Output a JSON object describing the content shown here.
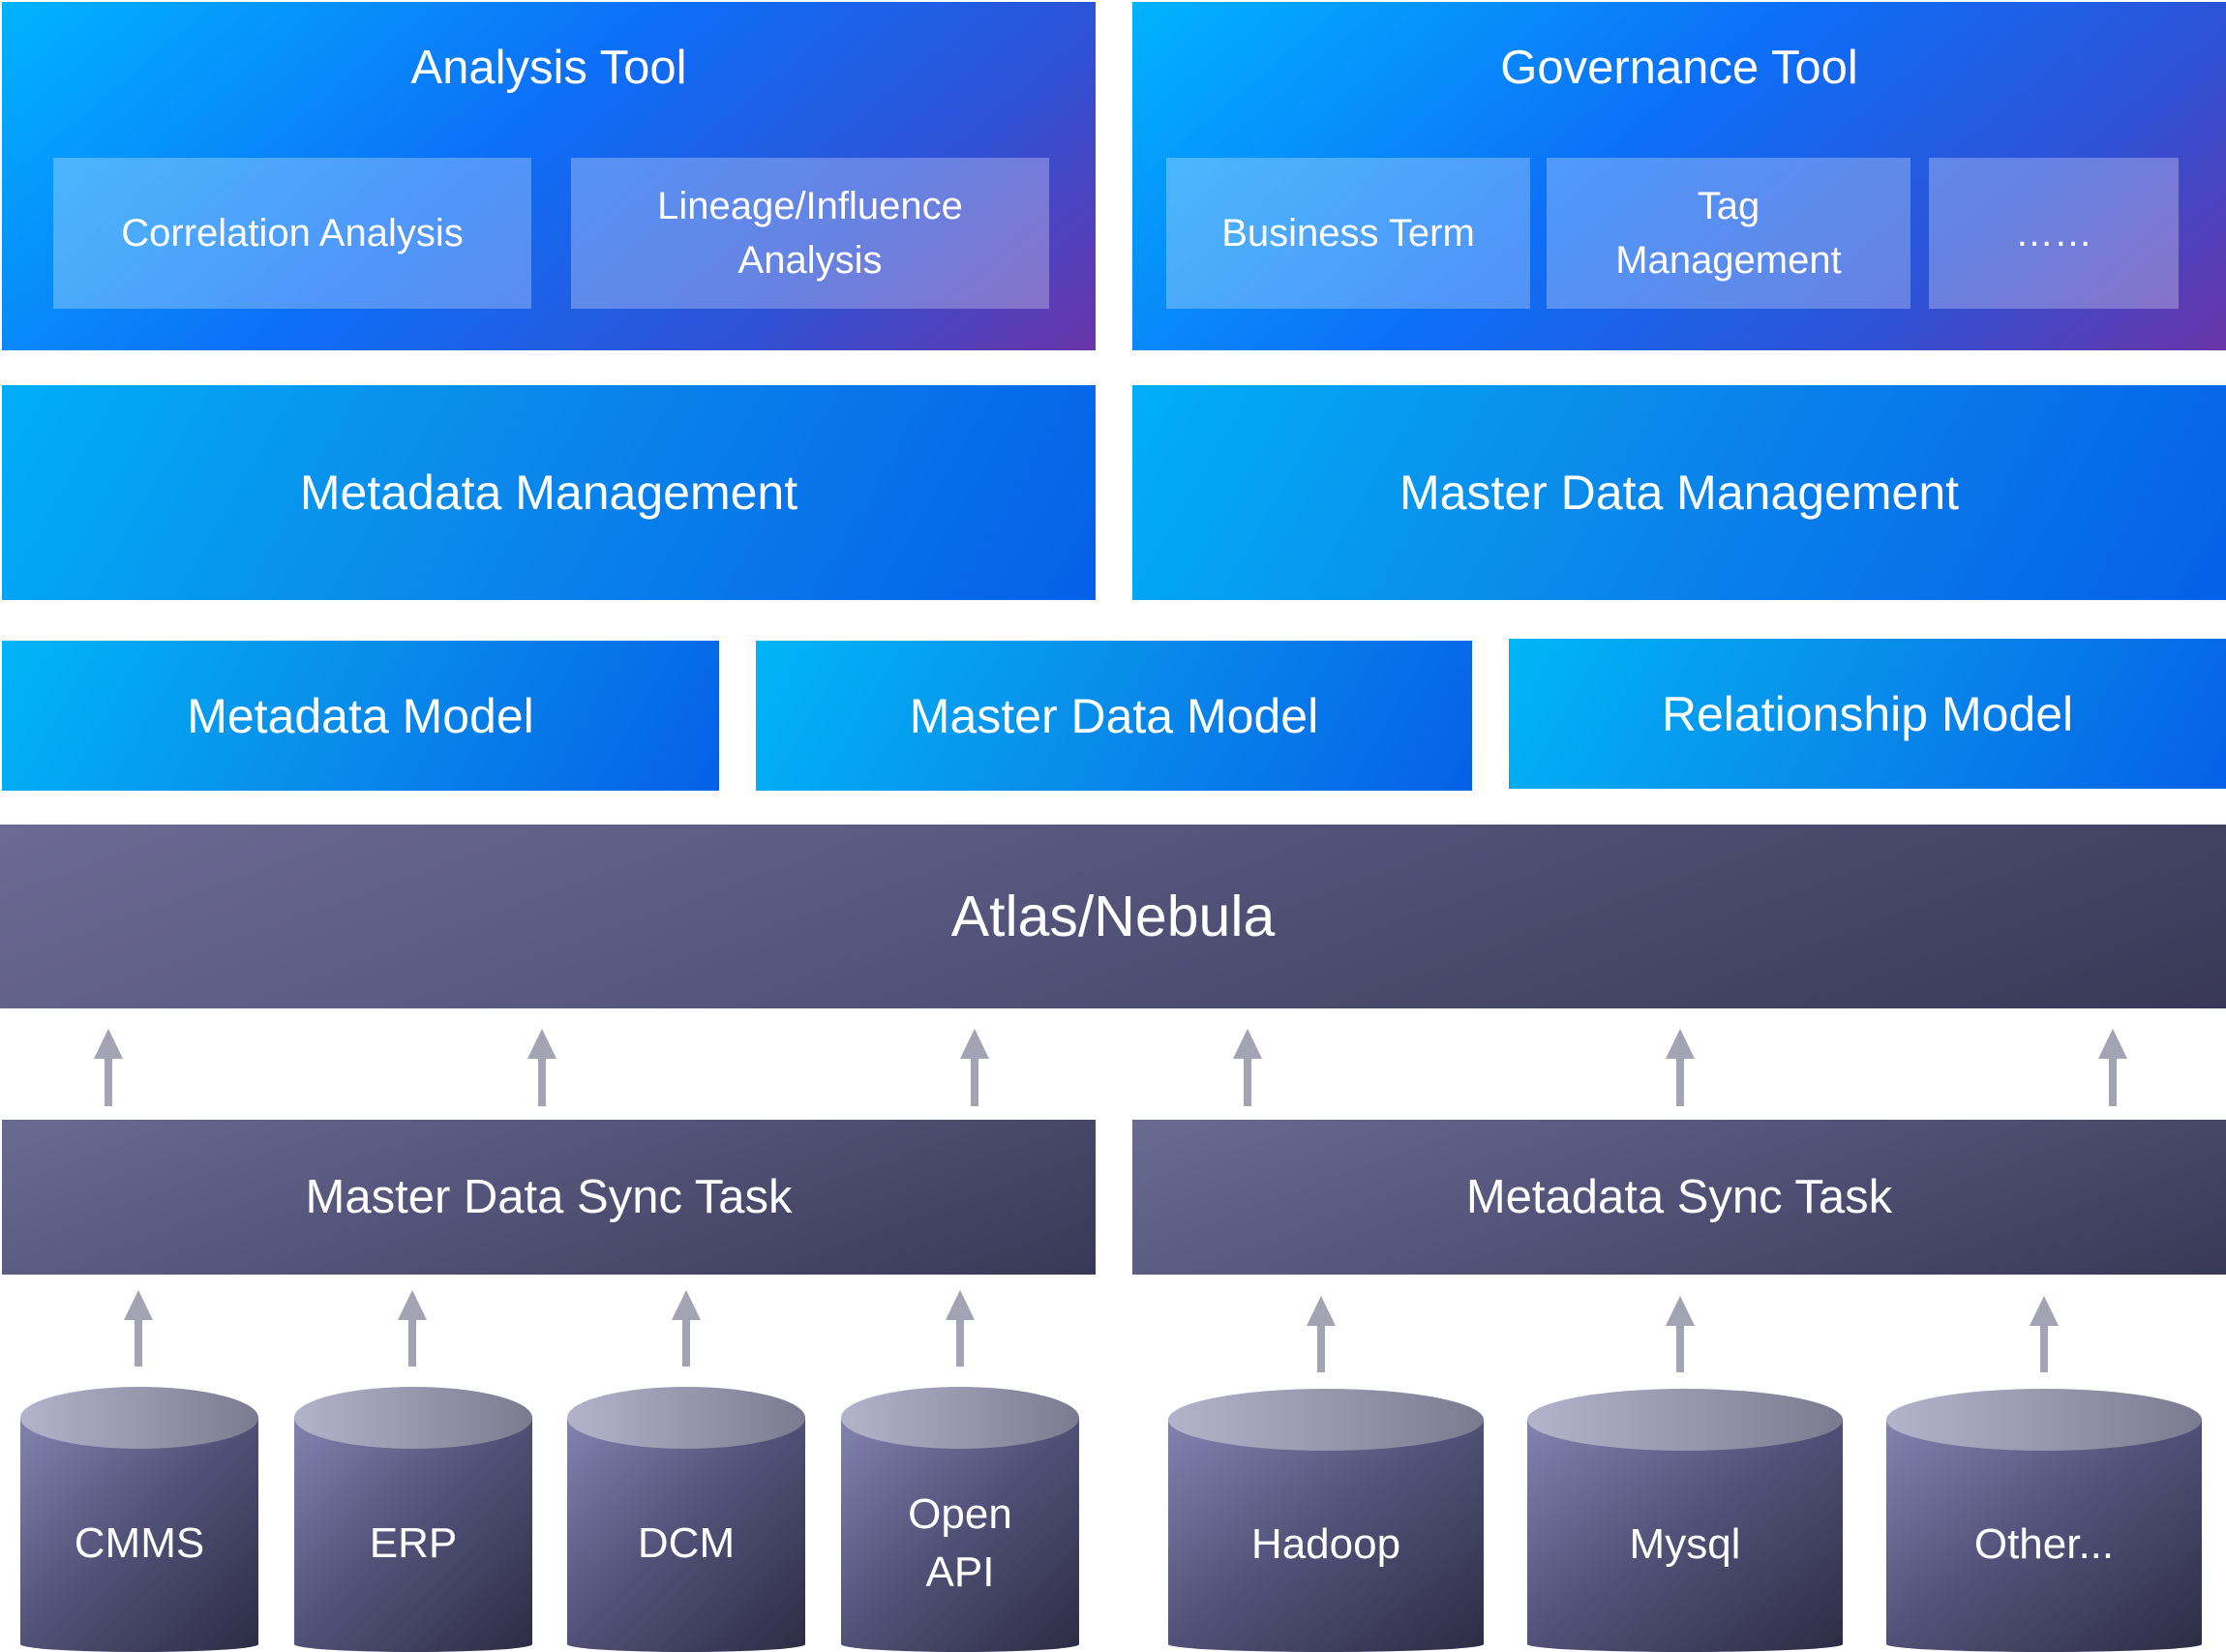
{
  "analysis_tool": {
    "title": "Analysis Tool",
    "items": [
      "Correlation Analysis",
      "Lineage/Influence\nAnalysis"
    ]
  },
  "governance_tool": {
    "title": "Governance Tool",
    "items": [
      "Business Term",
      "Tag\nManagement",
      "……"
    ]
  },
  "management": {
    "metadata": "Metadata Management",
    "master_data": "Master Data Management"
  },
  "models": {
    "metadata": "Metadata Model",
    "master_data": "Master Data Model",
    "relationship": "Relationship Model"
  },
  "core": {
    "label": "Atlas/Nebula"
  },
  "sync_tasks": {
    "master_data": "Master Data Sync Task",
    "metadata": "Metadata Sync Task"
  },
  "sources": {
    "master_data": [
      "CMMS",
      "ERP",
      "DCM",
      "Open\nAPI"
    ],
    "metadata": [
      "Hadoop",
      "Mysql",
      "Other..."
    ]
  },
  "colors": {
    "tool_gradient_start": "#00b3ff",
    "tool_gradient_end": "#6a34a8",
    "model_blue": "#0560e8",
    "platform_slate": "#55557c",
    "arrow_gray": "#a3a3b3"
  }
}
